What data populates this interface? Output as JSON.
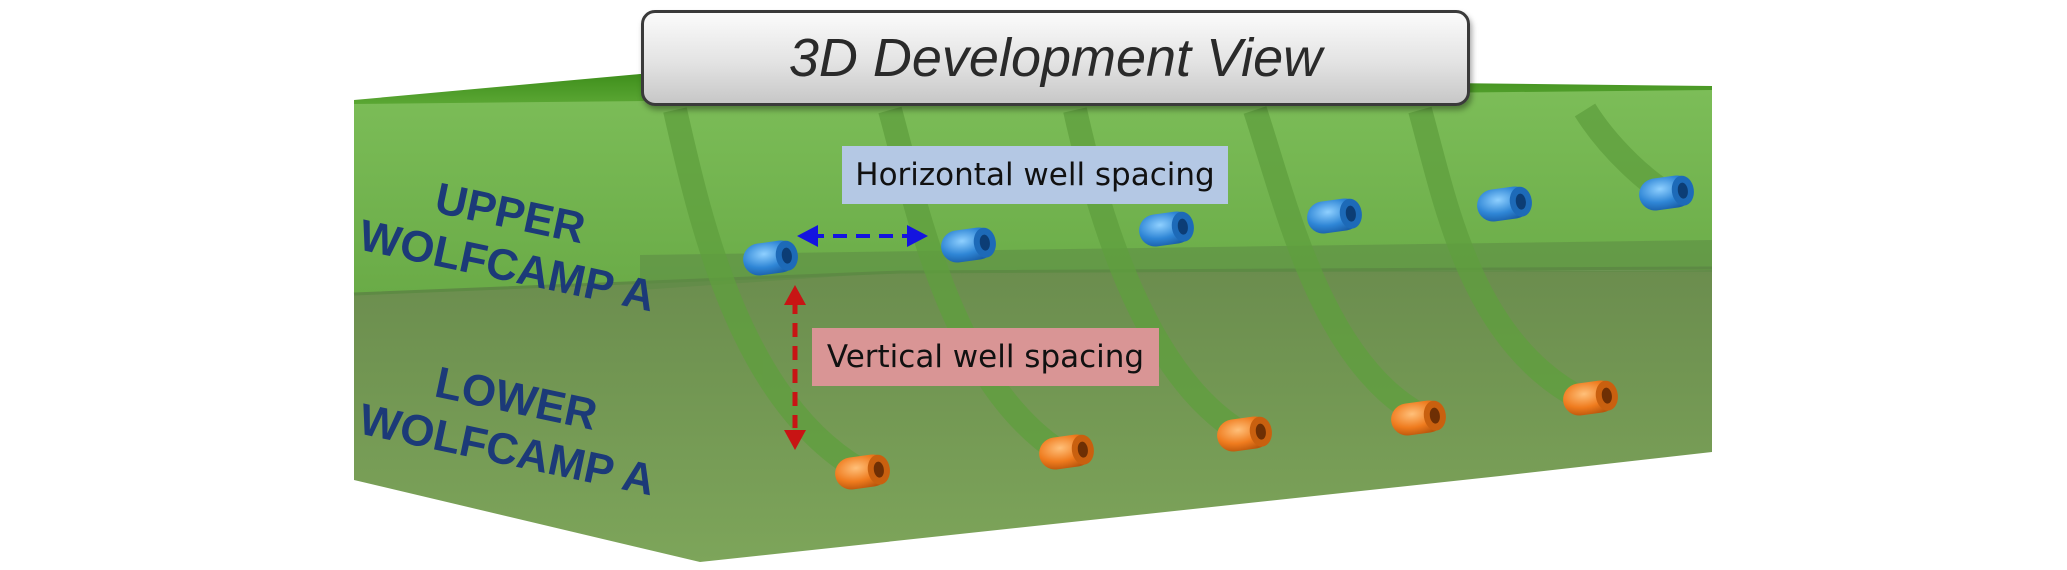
{
  "title": "3D Development View",
  "layers": {
    "upper": {
      "line1": "UPPER",
      "line2": "WOLFCAMP A"
    },
    "lower": {
      "line1": "LOWER",
      "line2": "WOLFCAMP A"
    }
  },
  "annotations": {
    "horizontal": "Horizontal well spacing",
    "vertical": "Vertical well spacing"
  },
  "colors": {
    "upper_layer": "#6fb24e",
    "lower_layer": "#6e9450",
    "top_surface": "#4f9a2a",
    "upper_well": "#2f86d6",
    "lower_well": "#ef7b1e",
    "horizontal_arrow": "#1414e0",
    "vertical_arrow": "#c81414"
  },
  "well_counts": {
    "upper": 6,
    "lower": 5
  }
}
